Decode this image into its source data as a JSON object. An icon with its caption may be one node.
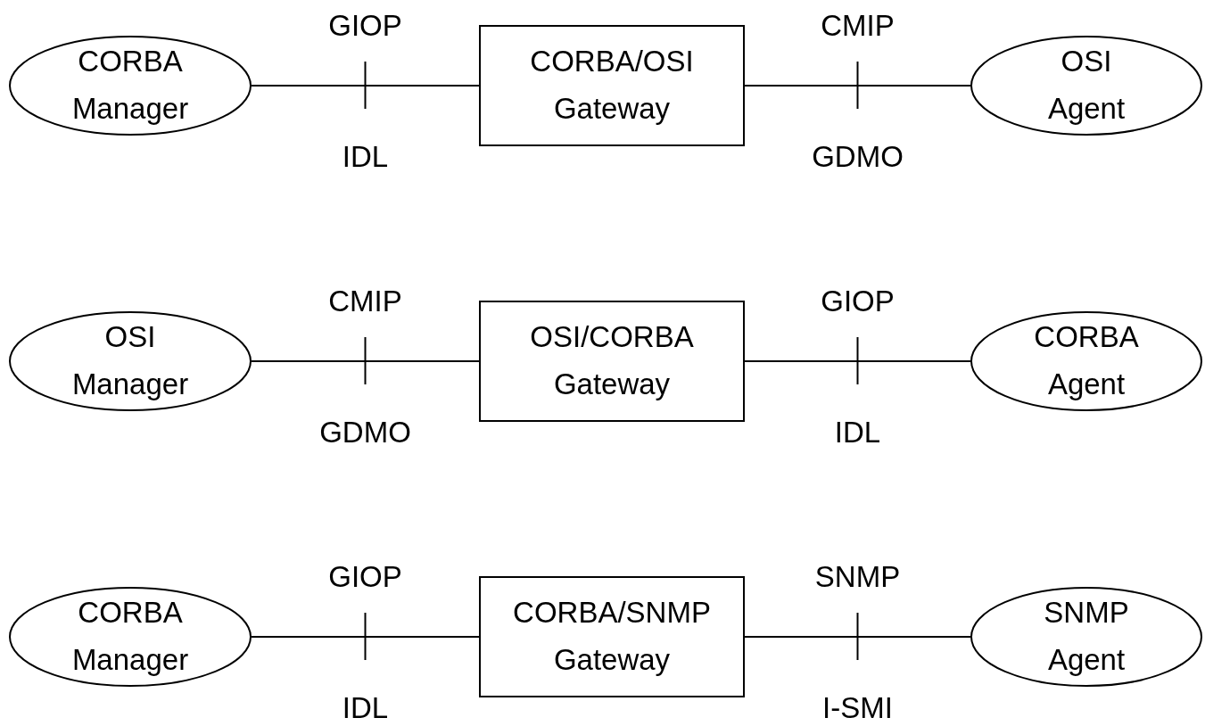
{
  "diagram": {
    "nodes": [
      {
        "text": [
          "CORBA Manager"
        ]
      },
      {
        "text": [
          "CORBA/OSI Gateway"
        ]
      },
      {
        "text": [
          "OSI Agent"
        ]
      },
      {
        "text": [
          "OSI Manager"
        ]
      },
      {
        "text": [
          "OSI/CORBA Gateway"
        ]
      },
      {
        "text": [
          "CORBA Agent"
        ]
      },
      {
        "text": [
          "CORBA Manager"
        ]
      },
      {
        "text": [
          "CORBA/SNMP Gateway"
        ]
      },
      {
        "text": [
          "SNMP Agent"
        ]
      }
    ],
    "edges": [
      {
        "from": 0,
        "to": 1,
        "arrow": "none",
        "label": "GIOP"
      },
      {
        "from": 1,
        "to": 2,
        "arrow": "none",
        "label": "CMIP"
      },
      {
        "from": 3,
        "to": 4,
        "arrow": "none",
        "label": "CMIP"
      },
      {
        "from": 4,
        "to": 5,
        "arrow": "none",
        "label": "GIOP"
      },
      {
        "from": 6,
        "to": 7,
        "arrow": "none",
        "label": "GIOP"
      },
      {
        "from": 7,
        "to": 8,
        "arrow": "none",
        "label": "SNMP"
      }
    ],
    "labels": [
      "IDL",
      "GDMO",
      "GDMO",
      "IDL",
      "IDL",
      "I-SMI"
    ]
  }
}
